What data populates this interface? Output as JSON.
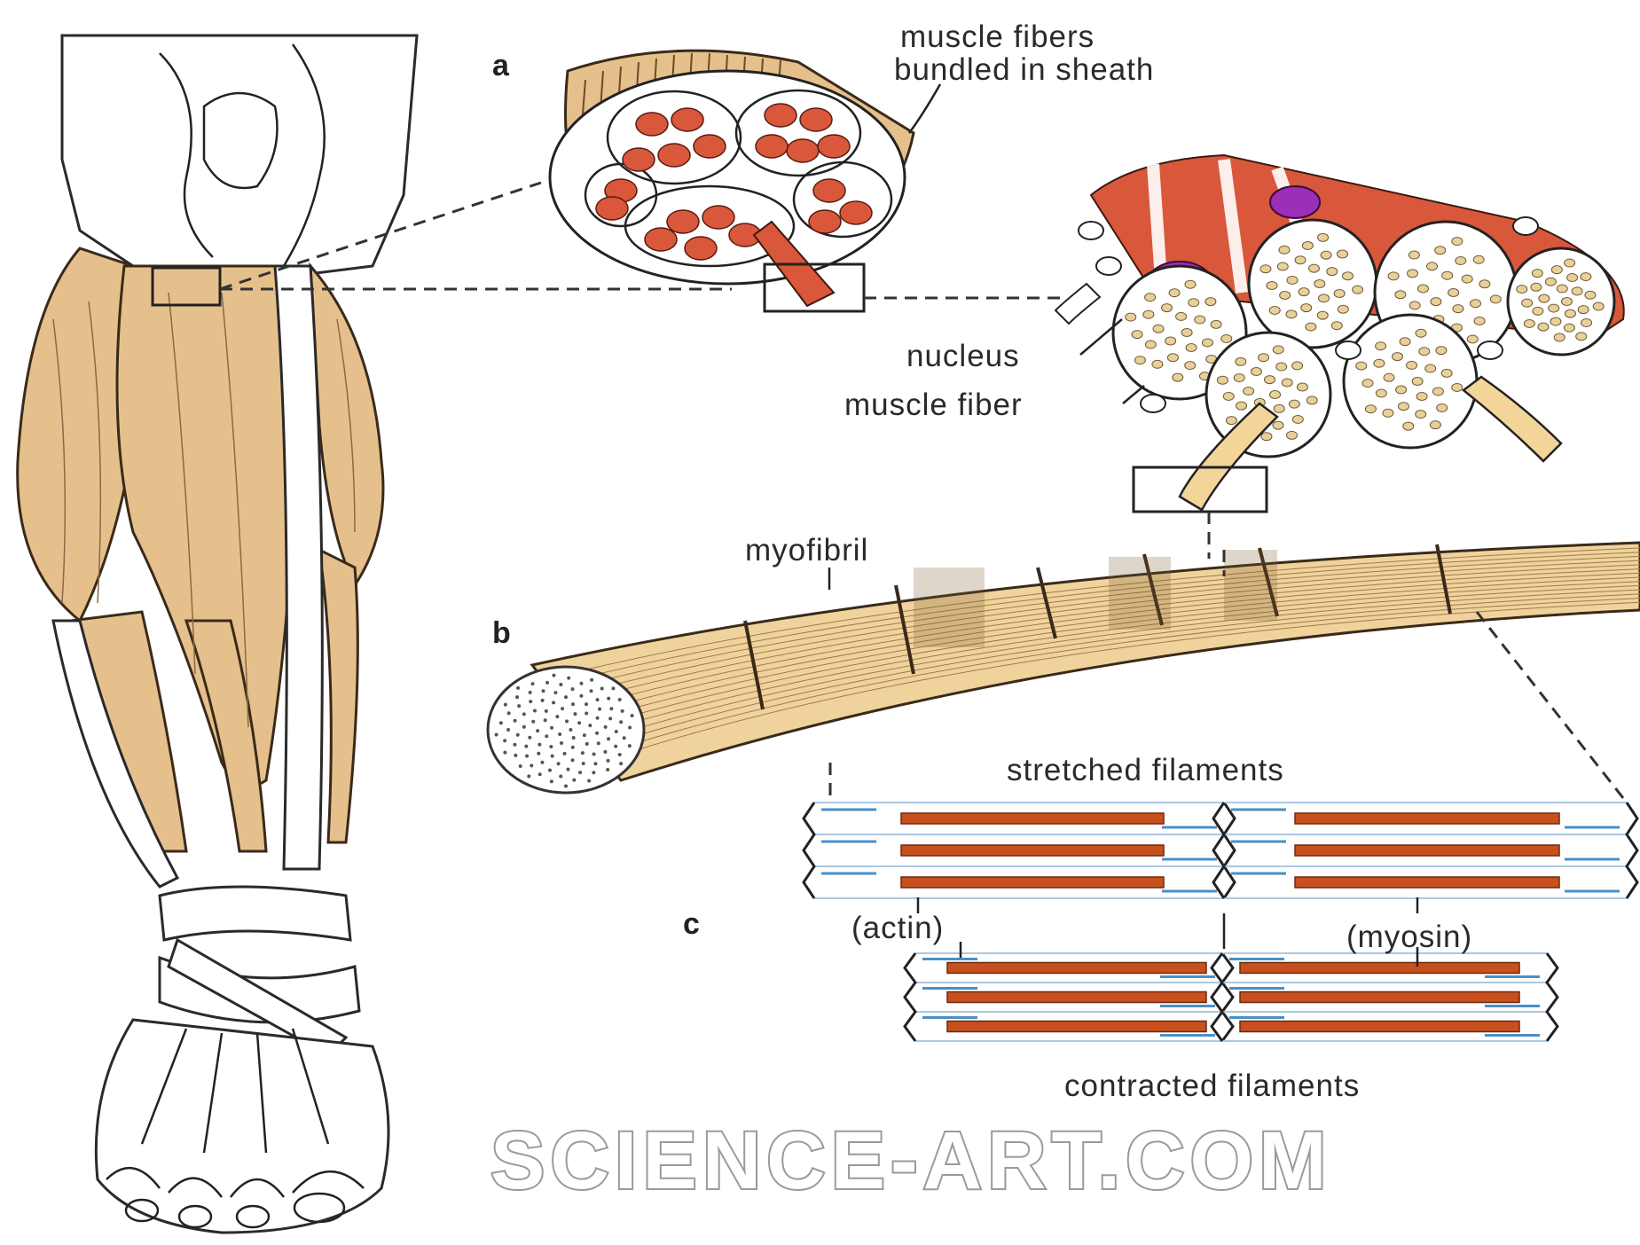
{
  "panels": {
    "a": "a",
    "b": "b",
    "c": "c"
  },
  "labels": {
    "muscle_fibers_line1": "muscle fibers",
    "muscle_fibers_line2": "bundled in sheath",
    "nucleus": "nucleus",
    "muscle_fiber": "muscle fiber",
    "myofibril": "myofibril",
    "stretched": "stretched filaments",
    "actin": "(actin)",
    "myosin": "(myosin)",
    "contracted": "contracted filaments"
  },
  "watermark": "SCIENCE-ART.COM",
  "colors": {
    "muscle_tan": "#e6c08c",
    "fiber_red": "#d9573a",
    "myosin_orange": "#c8501e",
    "actin_blue": "#4a8fc4",
    "nucleus_purple": "#9b2fb5"
  }
}
